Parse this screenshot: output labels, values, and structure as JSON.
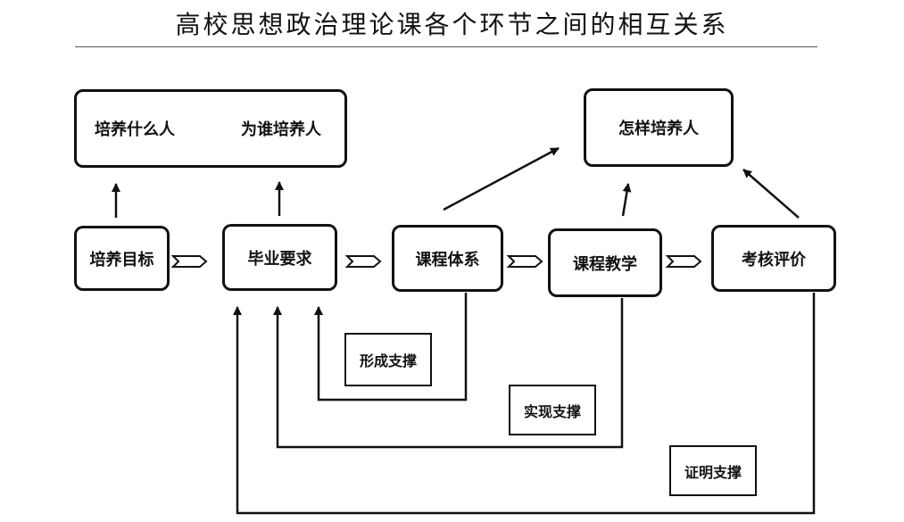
{
  "title": "高校思想政治理论课各个环节之间的相互关系",
  "nodes": {
    "top_left_a": "培养什么人",
    "top_left_b": "为谁培养人",
    "top_right": "怎样培养人",
    "goal": "培养目标",
    "requirement": "毕业要求",
    "curriculum": "课程体系",
    "teaching": "课程教学",
    "assessment": "考核评价"
  },
  "supports": {
    "form": "形成支撑",
    "realize": "实现支撑",
    "prove": "证明支撑"
  }
}
